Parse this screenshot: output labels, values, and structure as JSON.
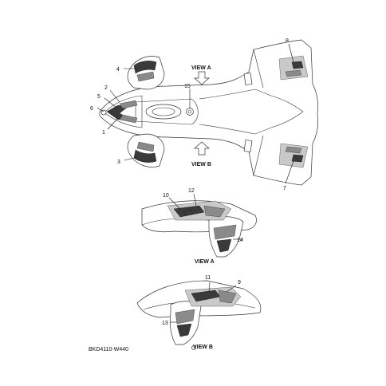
{
  "callouts": {
    "c1": "1",
    "c2": "2",
    "c3": "3",
    "c4": "4",
    "c5": "5",
    "c6": "6",
    "c7": "7",
    "c8": "8",
    "c9": "9",
    "c10": "10",
    "c11": "11",
    "c12": "12",
    "c13": "13",
    "c14": "14",
    "c15": "15"
  },
  "view_labels": {
    "top_view_a": "VIEW A",
    "top_view_b": "VIEW B",
    "detail_view_a": "VIEW A",
    "detail_view_b": "VIEW B"
  },
  "diagram_code": "BKD4110-W440"
}
